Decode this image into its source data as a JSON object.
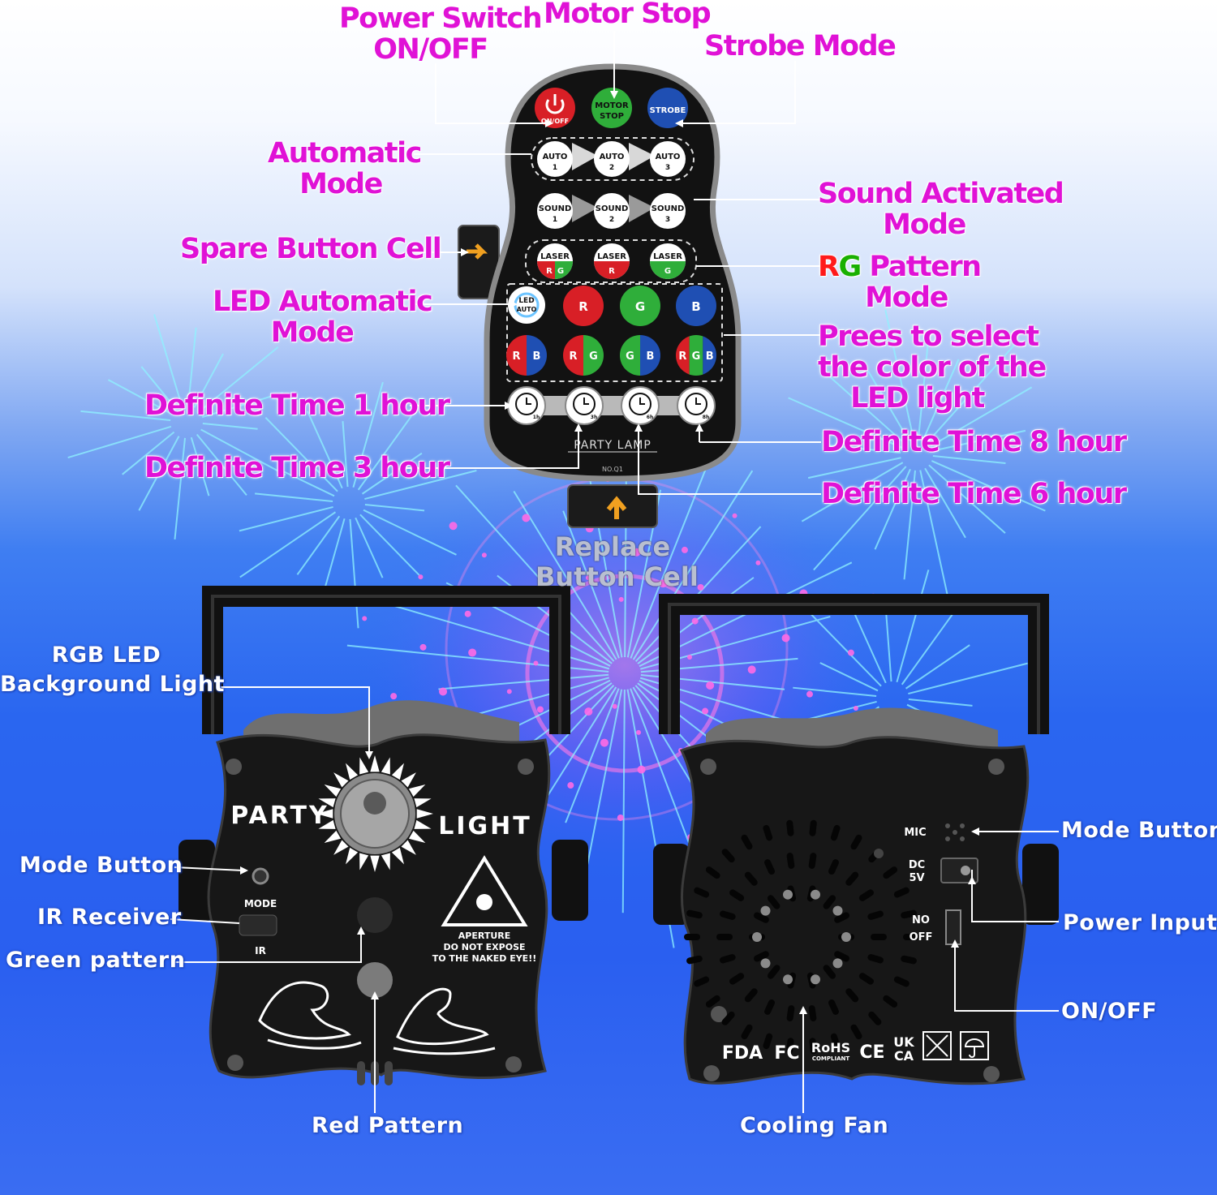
{
  "remote": {
    "top_labels": {
      "power": [
        "Power Switch",
        "ON/OFF"
      ],
      "motor": "Motor Stop",
      "strobe": "Strobe Mode"
    },
    "left_labels": {
      "automatic": [
        "Automatic",
        "Mode"
      ],
      "spare": "Spare Button Cell",
      "led_auto": [
        "LED Automatic",
        "Mode"
      ],
      "time1": "Definite Time 1 hour",
      "time3": "Definite Time 3 hour"
    },
    "right_labels": {
      "sound": [
        "Sound Activated",
        "Mode"
      ],
      "rg_r": "R",
      "rg_g": "G",
      "rg_rest": " Pattern",
      "rg_mode": "Mode",
      "color": [
        "Prees to select",
        "the color of the",
        "LED light"
      ],
      "time8": "Definite Time 8 hour",
      "time6": "Definite Time 6 hour"
    },
    "replace": [
      "Replace",
      "Button Cell"
    ],
    "buttons": {
      "onoff": "ON/OFF",
      "motor_stop": [
        "MOTOR",
        "STOP"
      ],
      "strobe": "STROBE",
      "auto": [
        [
          "AUTO",
          "1"
        ],
        [
          "AUTO",
          "2"
        ],
        [
          "AUTO",
          "3"
        ]
      ],
      "sound": [
        [
          "SOUND",
          "1"
        ],
        [
          "SOUND",
          "2"
        ],
        [
          "SOUND",
          "3"
        ]
      ],
      "laser": [
        [
          "LASER",
          "R",
          "G"
        ],
        [
          "LASER",
          "R"
        ],
        [
          "LASER",
          "G"
        ]
      ],
      "led_auto": [
        "LED",
        "AUTO"
      ],
      "colors_row1": [
        "R",
        "G",
        "B"
      ],
      "colors_row2": [
        [
          "R",
          "B"
        ],
        [
          "R",
          "G"
        ],
        [
          "G",
          "B"
        ],
        [
          "R",
          "G",
          "B"
        ]
      ],
      "timer_marks": [
        "1h",
        "3h",
        "6h",
        "8h"
      ]
    },
    "footer": "PARTY LAMP",
    "model": "NO.Q1",
    "colors": {
      "red": "#d81f26",
      "green": "#2fae3a",
      "blue": "#1f4fb3",
      "body": "#141414"
    }
  },
  "front_unit": {
    "labels": {
      "rgb_led": [
        "RGB LED",
        "Background Light"
      ],
      "mode_button": "Mode Button",
      "ir_receiver": "IR Receiver",
      "green_pattern": "Green pattern",
      "red_pattern": "Red Pattern"
    },
    "print": {
      "party": "PARTY",
      "light": "LIGHT",
      "mode": "MODE",
      "ir": "IR",
      "warning": [
        "APERTURE",
        "DO NOT EXPOSE",
        "TO THE NAKED EYE!!"
      ]
    }
  },
  "back_unit": {
    "labels": {
      "mode_button": "Mode Button",
      "power_input": "Power Input",
      "onoff": "ON/OFF",
      "cooling_fan": "Cooling Fan"
    },
    "print": {
      "mic": "MIC",
      "dc": [
        "DC",
        "5V"
      ],
      "no_off": [
        "NO",
        "OFF"
      ],
      "certs": [
        "FDA",
        "FC",
        "RoHS",
        "COMPLIANT",
        "CE",
        "UK",
        "CA"
      ]
    }
  }
}
